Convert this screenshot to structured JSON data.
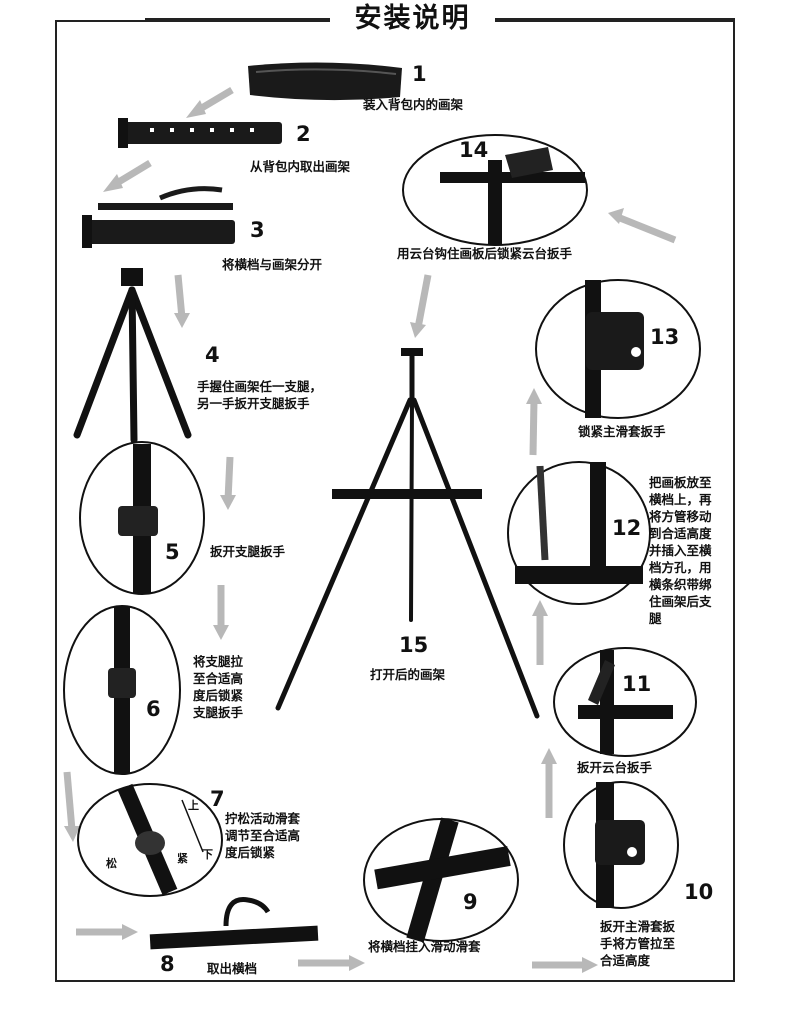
{
  "title": "安装说明",
  "steps": [
    {
      "num": "1",
      "caption": "装入背包内的画架"
    },
    {
      "num": "2",
      "caption": "从背包内取出画架"
    },
    {
      "num": "3",
      "caption": "将横档与画架分开"
    },
    {
      "num": "4",
      "caption": "手握住画架任一支腿，\n另一手扳开支腿扳手"
    },
    {
      "num": "5",
      "caption": "扳开支腿扳手"
    },
    {
      "num": "6",
      "caption": "将支腿拉\n至合适高\n度后锁紧\n支腿扳手"
    },
    {
      "num": "7",
      "caption": "拧松活动滑套\n调节至合适高\n度后锁紧"
    },
    {
      "num": "8",
      "caption": "取出横档"
    },
    {
      "num": "9",
      "caption": "将横档挂入滑动滑套"
    },
    {
      "num": "10",
      "caption": "扳开主滑套扳\n手将方管拉至\n合适高度"
    },
    {
      "num": "11",
      "caption": "扳开云台扳手"
    },
    {
      "num": "12",
      "caption": "把画板放至\n横档上，再\n将方管移动\n到合适高度\n并插入至横\n档方孔，用\n横条织带绑\n住画架后支\n腿"
    },
    {
      "num": "13",
      "caption": "锁紧主滑套扳手"
    },
    {
      "num": "14",
      "caption": "用云台钩住画板后锁紧云台扳手"
    },
    {
      "num": "15",
      "caption": "打开后的画架"
    }
  ],
  "step7_labels": {
    "up": "上",
    "tight": "紧",
    "down": "下",
    "loose": "松"
  }
}
